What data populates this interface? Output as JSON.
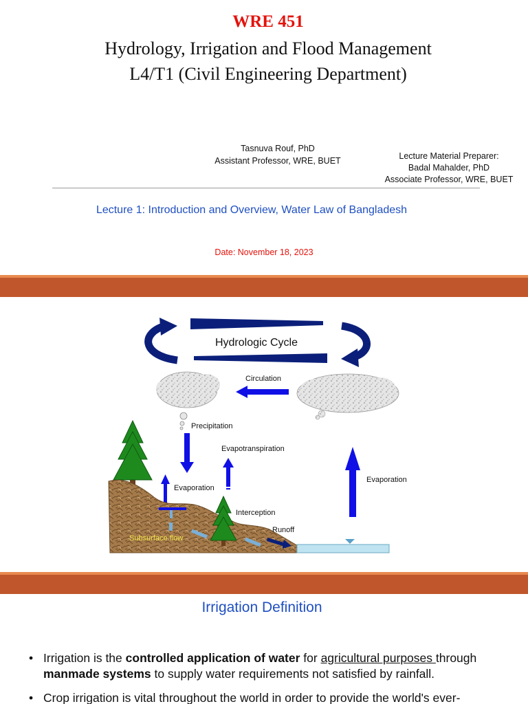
{
  "title_slide": {
    "course_code": "WRE 451",
    "course_title": "Hydrology, Irrigation and Flood Management",
    "course_subtitle": "L4/T1 (Civil Engineering Department)",
    "author": {
      "name": "Tasnuva Rouf, PhD",
      "position": "Assistant Professor, WRE, BUET"
    },
    "preparer": {
      "label": "Lecture Material Preparer:",
      "name": "Badal Mahalder, PhD",
      "position": "Associate Professor, WRE, BUET"
    },
    "lecture": "Lecture 1: Introduction and Overview, Water Law of Bangladesh",
    "date": "Date: November 18, 2023"
  },
  "diagram": {
    "title": "Hydrologic Cycle",
    "labels": {
      "circulation": "Circulation",
      "precipitation": "Precipitation",
      "evapotranspiration": "Evapotranspiration",
      "evaporation_land": "Evaporation",
      "evaporation_sea": "Evaporation",
      "interception": "Interception",
      "runoff": "Runoff",
      "subsurface_flow": "Subsurface flow"
    },
    "colors": {
      "dark_arrow": "#0b1f7a",
      "blue_arrow": "#1010e6",
      "tree": "#1e8a1e",
      "ground": "#a57a4a",
      "water": "#bfe3f0"
    }
  },
  "definition_slide": {
    "title": "Irrigation Definition",
    "bullet1": {
      "t1": "Irrigation is the ",
      "b1": "controlled application of water",
      "t2": " for ",
      "u1": "agricultural purposes ",
      "t3": "through ",
      "b2": "manmade systems",
      "t4": " to supply water requirements not satisfied by rainfall."
    },
    "bullet2": "Crop irrigation is vital throughout the world in order to provide the world's ever-"
  },
  "colors": {
    "band": "#c0562b",
    "band_highlight": "#e88a4f",
    "code_red": "#e3120b",
    "heading_blue": "#1f4fc1"
  }
}
